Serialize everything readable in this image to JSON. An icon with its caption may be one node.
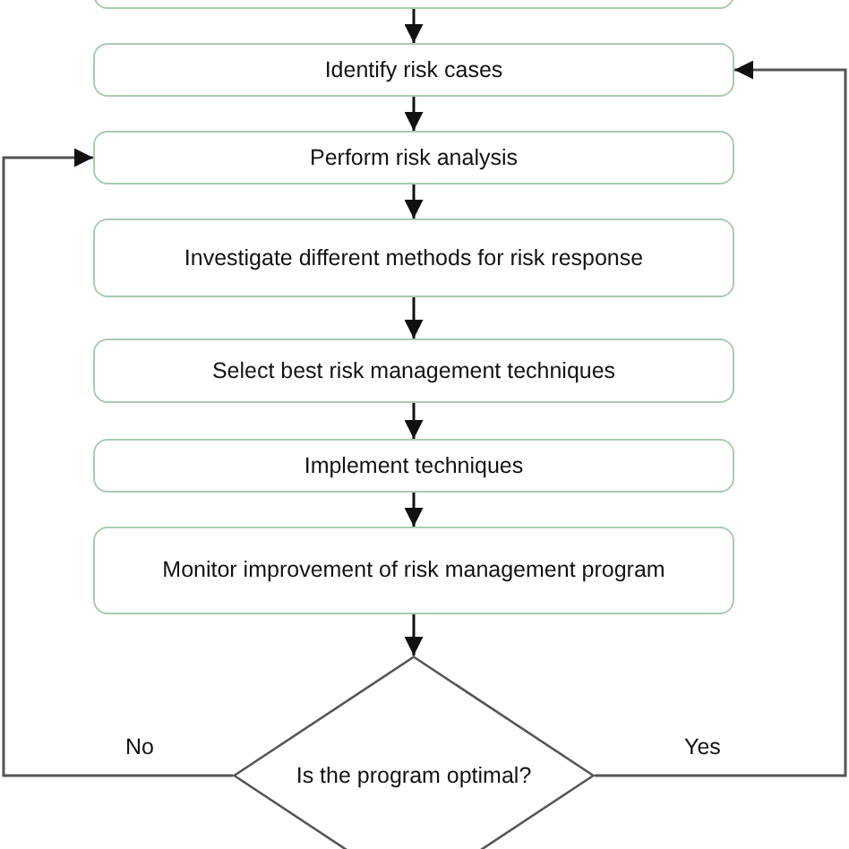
{
  "diagram": {
    "nodes": [
      {
        "text": [],
        "shape": "box"
      },
      {
        "text": [
          "Identify risk cases"
        ]
      },
      {
        "text": [
          "Perform risk analysis"
        ]
      },
      {
        "text": [
          "Investigate different methods for risk response"
        ]
      },
      {
        "text": [
          "Select best risk management techniques"
        ]
      },
      {
        "text": [
          "Implement techniques"
        ]
      },
      {
        "text": [
          "Monitor improvement of risk management program"
        ]
      },
      {
        "text": [
          "Is the program optimal?"
        ]
      }
    ],
    "edges": [
      {
        "from": 0,
        "to": 1,
        "arrow": "to"
      },
      {
        "from": 1,
        "to": 2,
        "arrow": "to"
      },
      {
        "from": 2,
        "to": 3,
        "arrow": "to"
      },
      {
        "from": 3,
        "to": 4,
        "arrow": "to"
      },
      {
        "from": 4,
        "to": 5,
        "arrow": "to"
      },
      {
        "from": 5,
        "to": 6,
        "arrow": "to"
      },
      {
        "from": 6,
        "to": 7,
        "arrow": "to"
      },
      {
        "from": 7,
        "to": 2,
        "arrow": "to",
        "label": "No"
      },
      {
        "from": 7,
        "to": 1,
        "arrow": "to",
        "label": "Yes"
      }
    ]
  }
}
